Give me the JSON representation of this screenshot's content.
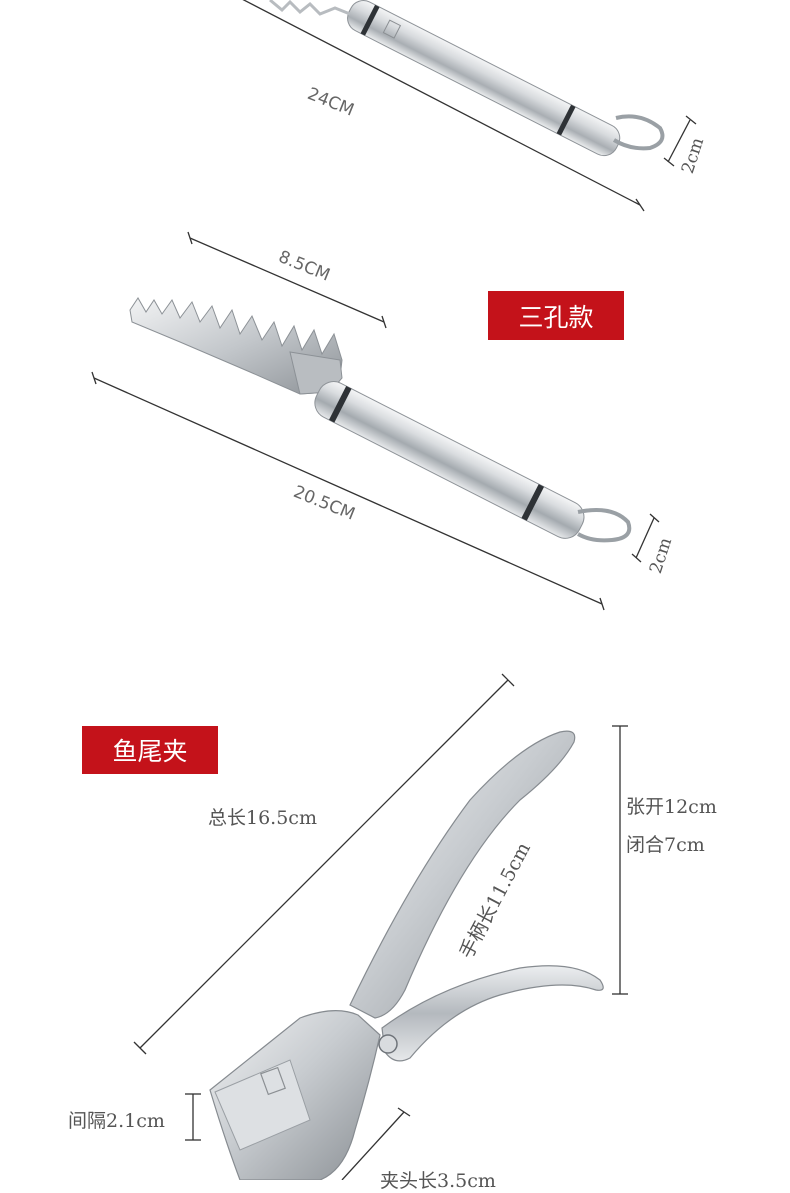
{
  "colors": {
    "accent": "#c4121a",
    "steel_light": "#eef0f2",
    "steel_dark": "#7c8288",
    "line": "#333333"
  },
  "section_top": {
    "length_label": "24CM",
    "diameter_label": "2cm"
  },
  "section_three_hole": {
    "tag": "三孔款",
    "head_length_label": "8.5CM",
    "total_length_label": "20.5CM",
    "diameter_label": "2cm"
  },
  "section_fish_tail_clip": {
    "tag": "鱼尾夹",
    "total_length_label": "总长16.5cm",
    "handle_length_label": "手柄长11.5cm",
    "open_label": "张开12cm",
    "closed_label": "闭合7cm",
    "gap_label": "间隔2.1cm",
    "head_length_label": "夹头长3.5cm"
  }
}
